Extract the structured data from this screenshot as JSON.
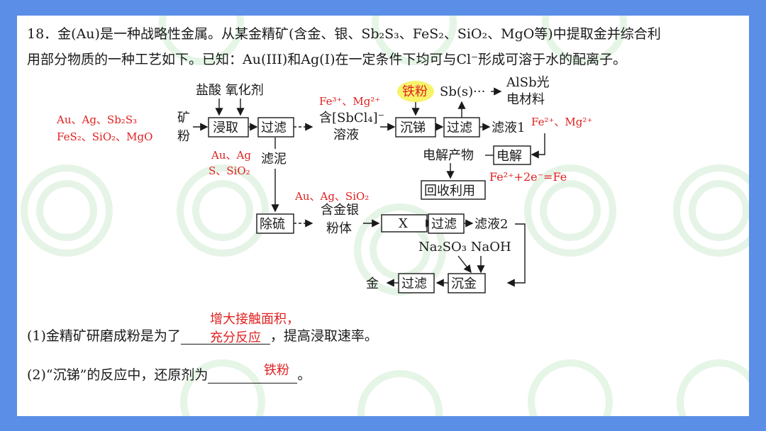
{
  "question": {
    "line1": "18．金(Au)是一种战略性金属。从某金精矿(含金、银、Sb₂S₃、FeS₂、SiO₂、MgO等)中提取金并综合利",
    "line2": "用部分物质的一种工艺如下。已知：Au(III)和Ag(I)在一定条件下均可与Cl⁻形成可溶于水的配离子。"
  },
  "flow": {
    "reagents1": "盐酸 氧化剂",
    "ore_red1": "Au、Ag、Sb₂S₃",
    "ore_red2": "FeS₂、SiO₂、MgO",
    "ore_label1": "矿",
    "ore_label2": "粉",
    "leach": "浸取",
    "filter": "过滤",
    "ions_red": "Fe³⁺、Mg²⁺",
    "sol1": "含[SbCl₄]⁻",
    "sol2": "溶液",
    "iron_powder": "铁粉",
    "sb_out": "Sb(s)···",
    "alsb1": "AlSb光",
    "alsb2": "电材料",
    "precip_sb": "沉锑",
    "filtrate1": "滤液1",
    "filtrate1_red": "Fe²⁺、Mg²⁺",
    "sludge_red1": "Au、Ag",
    "sludge_red2": "S、SiO₂",
    "sludge": "滤泥",
    "electro_product": "电解产物",
    "electrolysis": "电解",
    "electro_eq_red": "Fe²⁺+2e⁻=Fe",
    "recycle": "回收利用",
    "desulf_red": "Au、Ag、SiO₂",
    "desulf": "除硫",
    "powder1": "含金银",
    "powder2": "粉体",
    "x_box": "X",
    "filtrate2": "滤液2",
    "reagents2": "Na₂SO₃ NaOH",
    "gold": "金",
    "precip_au": "沉金"
  },
  "answers": {
    "q1_prefix": "(1)金精矿研磨成粉是为了",
    "q1_answer1": "增大接触面积，",
    "q1_answer2": "充分反应",
    "q1_suffix": "，提高浸取速率。",
    "q2_prefix": "(2)“沉锑”的反应中，还原剂为",
    "q2_answer": "铁粉",
    "q2_suffix": "。"
  },
  "colors": {
    "background": "#5b8ee6",
    "answer": "#e02020",
    "highlight": "#f7f36a",
    "watermark": "#d8f0da"
  }
}
